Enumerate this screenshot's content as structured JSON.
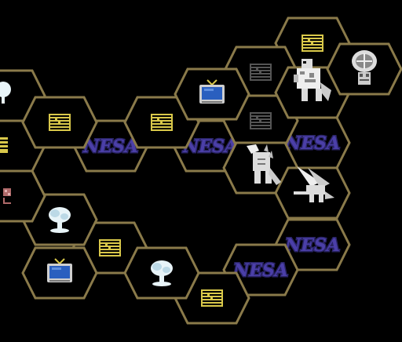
{
  "board": {
    "hex_outline_color": "#8a7a4a",
    "background_color": "#000000",
    "tiles": [
      {
        "icon": "nebula-icon",
        "label": "NESA",
        "type": "nebula"
      },
      {
        "icon": "nebula-icon",
        "label": "NESA",
        "type": "nebula"
      },
      {
        "icon": "nebula-icon",
        "label": "NESA",
        "type": "nebula"
      },
      {
        "icon": "nebula-icon",
        "label": "NESA",
        "type": "nebula"
      },
      {
        "icon": "nebula-icon",
        "label": "NESA",
        "type": "nebula"
      },
      {
        "icon": "city-block-icon",
        "type": "city"
      },
      {
        "icon": "city-block-icon",
        "type": "city"
      },
      {
        "icon": "city-block-icon",
        "type": "city"
      },
      {
        "icon": "city-block-icon",
        "type": "city"
      },
      {
        "icon": "city-block-icon",
        "type": "city"
      },
      {
        "icon": "city-block-icon",
        "type": "city-dim"
      },
      {
        "icon": "city-block-icon",
        "type": "city-dim"
      },
      {
        "icon": "city-block-icon",
        "type": "city-dim"
      },
      {
        "icon": "television-icon",
        "type": "tv"
      },
      {
        "icon": "television-icon",
        "type": "tv"
      },
      {
        "icon": "mushroom-cloud-icon",
        "type": "explosion"
      },
      {
        "icon": "mushroom-cloud-icon",
        "type": "explosion"
      },
      {
        "icon": "mushroom-cloud-icon",
        "type": "explosion"
      },
      {
        "icon": "godzilla-monster-icon",
        "type": "monster"
      },
      {
        "icon": "mechagodzilla-icon",
        "type": "monster"
      },
      {
        "icon": "dragon-monster-icon",
        "type": "monster"
      },
      {
        "icon": "alien-skull-monster-icon",
        "type": "monster"
      },
      {
        "icon": "crab-monster-icon",
        "type": "monster"
      },
      {
        "icon": "city-block-icon",
        "type": "city"
      }
    ]
  }
}
